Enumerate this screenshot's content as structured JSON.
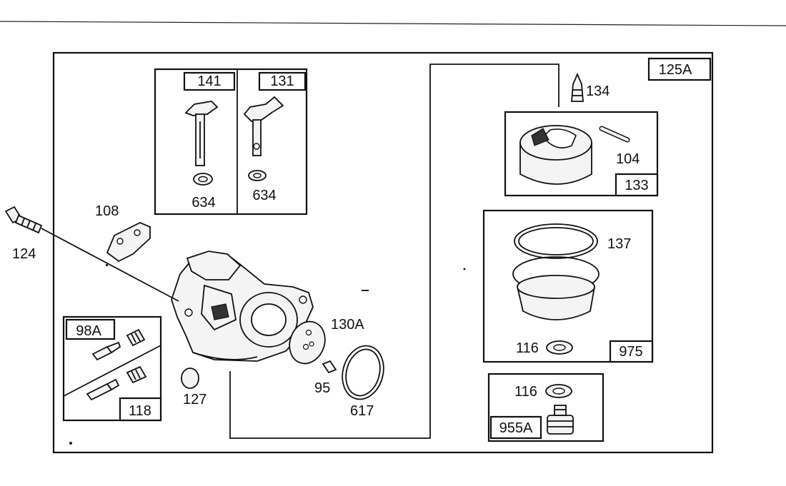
{
  "diagram": {
    "kit_labels": {
      "k141": "141",
      "k131": "131",
      "k125a": "125A",
      "k133": "133",
      "k975": "975",
      "k955a": "955A",
      "k98a": "98A",
      "k118": "118"
    },
    "part_labels": {
      "p634a": "634",
      "p634b": "634",
      "p134": "134",
      "p104": "104",
      "p137": "137",
      "p116a": "116",
      "p116b": "116",
      "p108": "108",
      "p124": "124",
      "p130a": "130A",
      "p95": "95",
      "p617": "617",
      "p127": "127"
    }
  }
}
